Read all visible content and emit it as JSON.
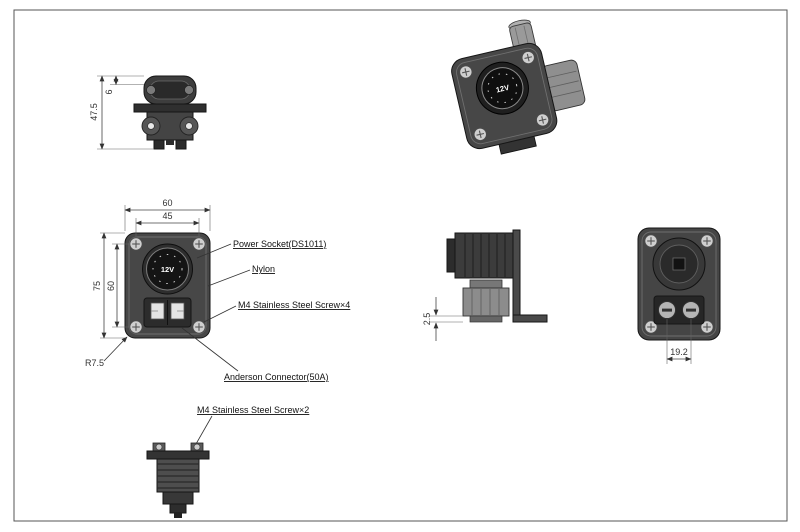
{
  "drawing": {
    "type": "technical-drawing",
    "subject": "12V power socket panel with Anderson connector, multi-view dimensioned drawing"
  },
  "callouts": {
    "power_socket": "Power Socket(DS1011)",
    "nylon": "Nylon",
    "m4_screw4": "M4 Stainless Steel Screw×4",
    "anderson": "Anderson Connector(50A)",
    "m4_screw2": "M4 Stainless Steel Screw×2"
  },
  "dims": {
    "top_height": "47.5",
    "top_cap": "6",
    "front_width_outer": "60",
    "front_width_inner": "45",
    "front_height_outer": "75",
    "front_height_inner": "60",
    "front_corner_radius": "R7.5",
    "side_gap": "2.5",
    "rear_terminal_spacing": "19.2"
  },
  "markings": {
    "socket_front": "12V",
    "socket_iso": "12V"
  },
  "colors": {
    "background": "#ffffff",
    "line": "#2a2a2a",
    "plate": "#474747",
    "part_dark": "#2e2e2e",
    "screw": "#cfcfcf"
  }
}
